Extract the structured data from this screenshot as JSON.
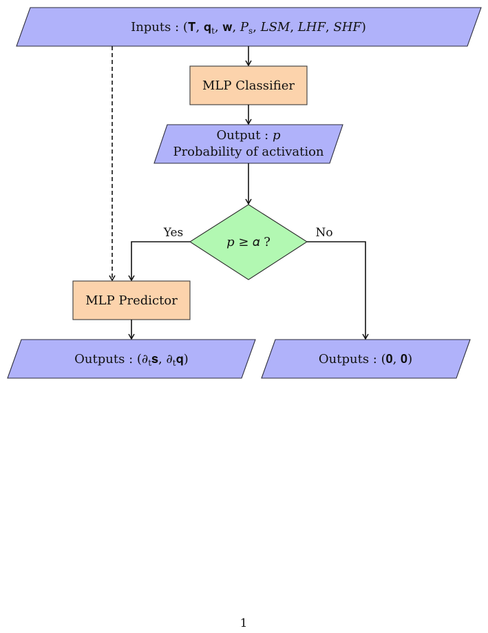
{
  "diagram": {
    "nodes": {
      "inputs": {
        "label": "Inputs : (𝐓, 𝐪",
        "sub": "t",
        "rest": ", 𝐰, 𝑃",
        "sub2": "s",
        "rest2": ", 𝐿𝑆𝑀, 𝐿𝐻𝐹, 𝑆𝐻𝐹)",
        "type": "input"
      },
      "classifier": {
        "label": "MLP Classifier",
        "type": "process"
      },
      "prob_output": {
        "line1": "Output : 𝑝",
        "line2": "Probability of activation",
        "type": "input"
      },
      "decision": {
        "label": "𝑝 ≥ 𝛼 ?",
        "type": "decision"
      },
      "predictor": {
        "label": "MLP Predictor",
        "type": "process"
      },
      "outputs_left": {
        "prefix": "Outputs : (∂",
        "sub": "t",
        "mid": "𝐬, ∂",
        "sub2": "t",
        "end": "𝐪)",
        "type": "output"
      },
      "outputs_right": {
        "label": "Outputs : (𝟎, 𝟎)",
        "type": "output"
      }
    },
    "edges": [
      {
        "from": "inputs",
        "to": "classifier",
        "style": "solid"
      },
      {
        "from": "classifier",
        "to": "prob_output",
        "style": "solid"
      },
      {
        "from": "prob_output",
        "to": "decision",
        "style": "solid"
      },
      {
        "from": "decision",
        "to": "predictor",
        "style": "solid",
        "label": "Yes"
      },
      {
        "from": "decision",
        "to": "outputs_right",
        "style": "solid",
        "label": "No"
      },
      {
        "from": "inputs",
        "to": "predictor",
        "style": "dashed"
      },
      {
        "from": "predictor",
        "to": "outputs_left",
        "style": "solid"
      }
    ],
    "edge_labels": {
      "yes": "Yes",
      "no": "No"
    },
    "colors": {
      "io": "#b0b2fa",
      "process": "#fcd3ac",
      "decision": "#b2f8b2"
    }
  },
  "page": {
    "number": "1"
  }
}
